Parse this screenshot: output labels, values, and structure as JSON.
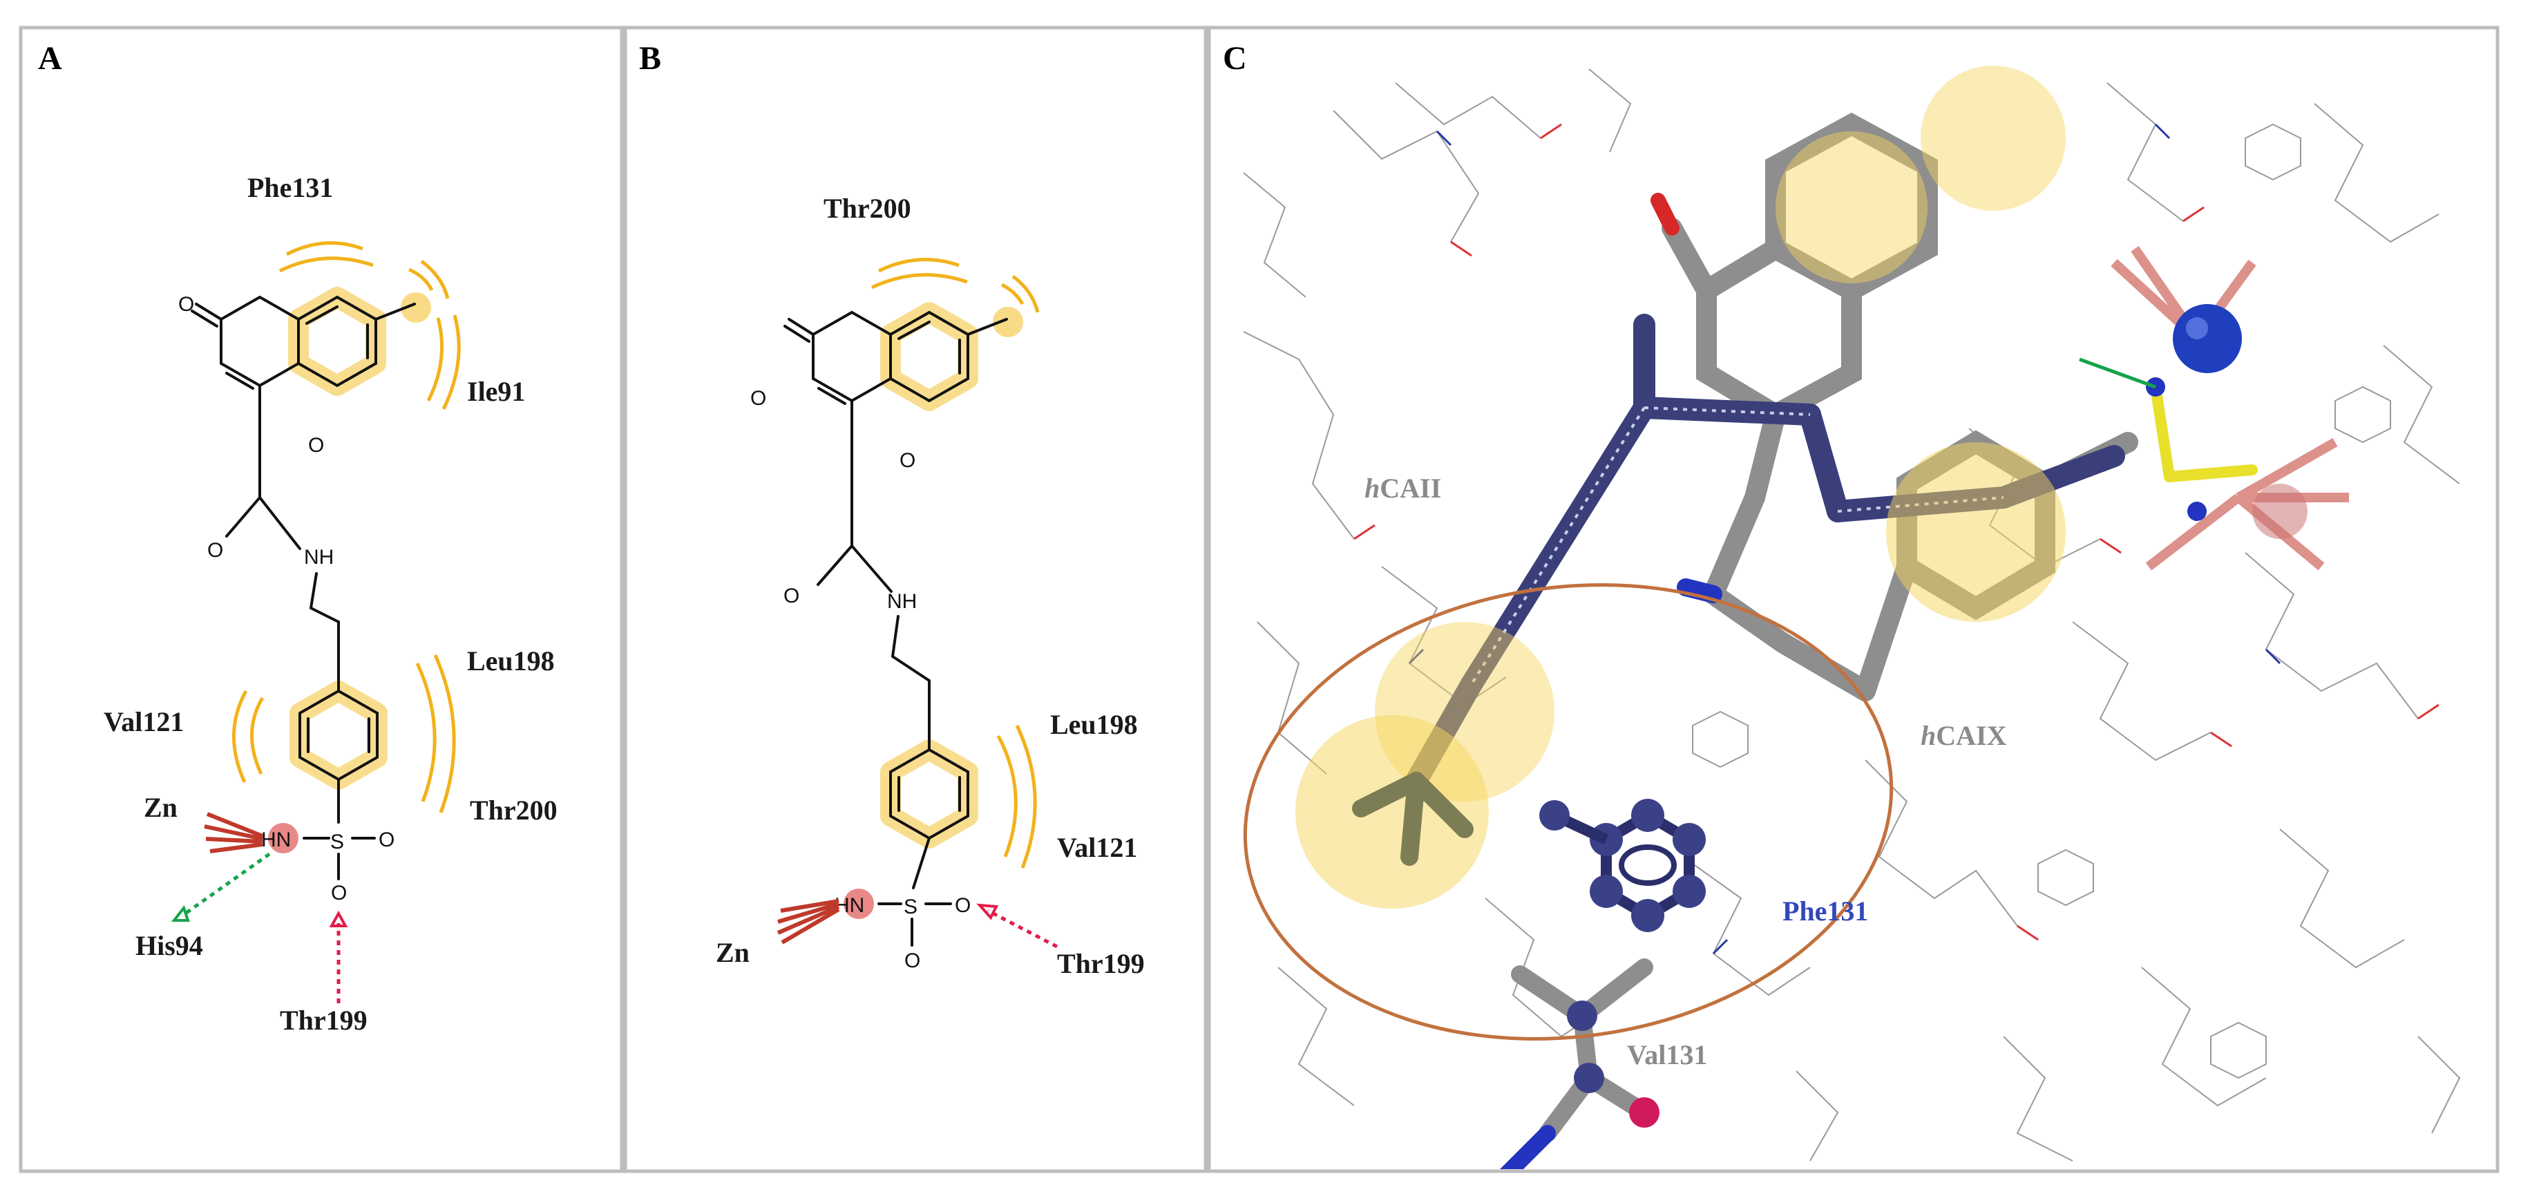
{
  "panels": [
    {
      "letter": "A"
    },
    {
      "letter": "B"
    },
    {
      "letter": "C"
    }
  ],
  "panel_a": {
    "residues": {
      "phe131": "Phe131",
      "ile91": "Ile91",
      "leu198": "Leu198",
      "val121": "Val121",
      "thr200": "Thr200",
      "zn": "Zn",
      "his94": "His94",
      "thr199": "Thr199"
    },
    "atoms": {
      "o_ketone": "O",
      "o_ring": "O",
      "o_amide": "O",
      "nh_amide": "NH",
      "hn": "HN",
      "s": "S",
      "o_s_right": "O",
      "o_s_down": "O"
    }
  },
  "panel_b": {
    "residues": {
      "thr200": "Thr200",
      "leu198": "Leu198",
      "val121": "Val121",
      "zn": "Zn",
      "thr199": "Thr199"
    },
    "atoms": {
      "o_ketone": "O",
      "o_ring": "O",
      "o_amide": "O",
      "nh_amide": "NH",
      "hn": "HN",
      "s": "S",
      "o_s_right": "O",
      "o_s_down": "O"
    }
  },
  "panel_c": {
    "labels": {
      "hcaii_prefix": "h",
      "hcaii": "CAII",
      "hcaix_prefix": "h",
      "hcaix": "CAIX",
      "phe131": "Phe131",
      "val131": "Val131"
    }
  },
  "colors": {
    "hydrophobic": "#f2b21a",
    "highlight": "#f8d77a",
    "zn_contact": "#c0392b",
    "hbond_green": "#16a34a",
    "hbond_red": "#e11d48",
    "phe131_label": "#3348b8",
    "grey_label": "#8a8a8a",
    "ellipse": "#c2713e"
  }
}
